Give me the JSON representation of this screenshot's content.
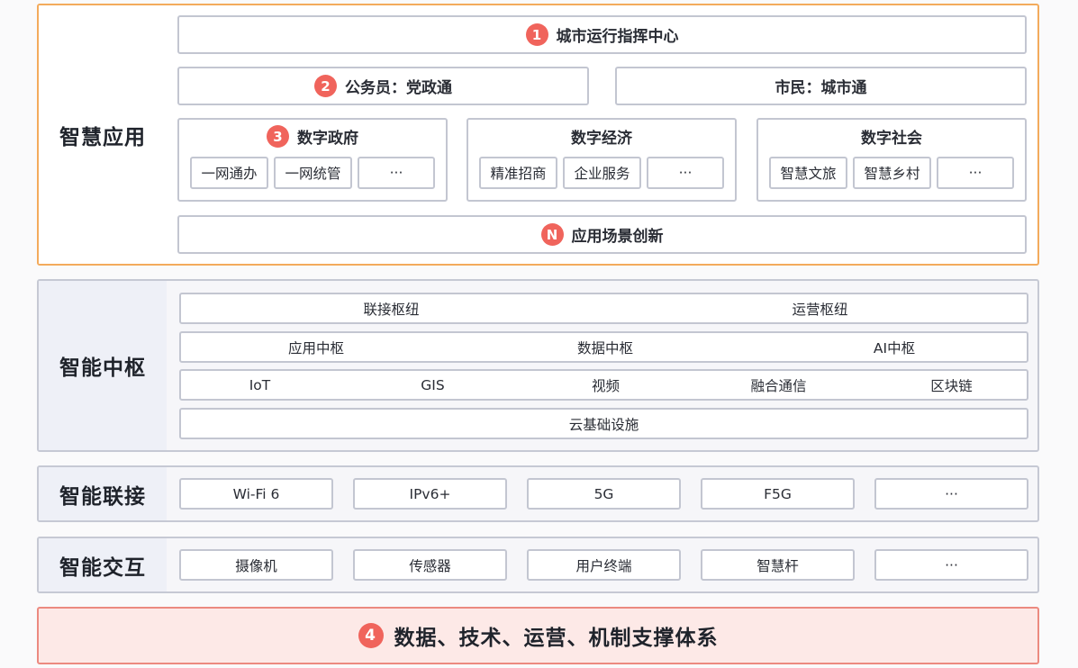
{
  "app": {
    "label": "智慧应用",
    "command": {
      "badge": "1",
      "label": "城市运行指挥中心"
    },
    "civil": {
      "badge": "2",
      "label": "公务员：党政通"
    },
    "citizen": {
      "label": "市民：城市通"
    },
    "groups": [
      {
        "badge": "3",
        "title": "数字政府",
        "items": [
          "一网通办",
          "一网统管",
          "···"
        ]
      },
      {
        "title": "数字经济",
        "items": [
          "精准招商",
          "企业服务",
          "···"
        ]
      },
      {
        "title": "数字社会",
        "items": [
          "智慧文旅",
          "智慧乡村",
          "···"
        ]
      }
    ],
    "innovation": {
      "badge": "N",
      "label": "应用场景创新"
    }
  },
  "hub": {
    "label": "智能中枢",
    "row1": [
      "联接枢纽",
      "运营枢纽"
    ],
    "row2": [
      "应用中枢",
      "数据中枢",
      "AI中枢"
    ],
    "row3": [
      "IoT",
      "GIS",
      "视频",
      "融合通信",
      "区块链"
    ],
    "row4": [
      "云基础设施"
    ]
  },
  "connect": {
    "label": "智能联接",
    "items": [
      "Wi-Fi 6",
      "IPv6+",
      "5G",
      "F5G",
      "···"
    ]
  },
  "interact": {
    "label": "智能交互",
    "items": [
      "摄像机",
      "传感器",
      "用户终端",
      "智慧杆",
      "···"
    ]
  },
  "support": {
    "badge": "4",
    "label": "数据、技术、运营、机制支撑体系"
  },
  "colors": {
    "app_border": "#f3ab5c",
    "badge": "#f0645c",
    "support_bg": "#fde9e7",
    "support_border": "#ec8a80"
  }
}
